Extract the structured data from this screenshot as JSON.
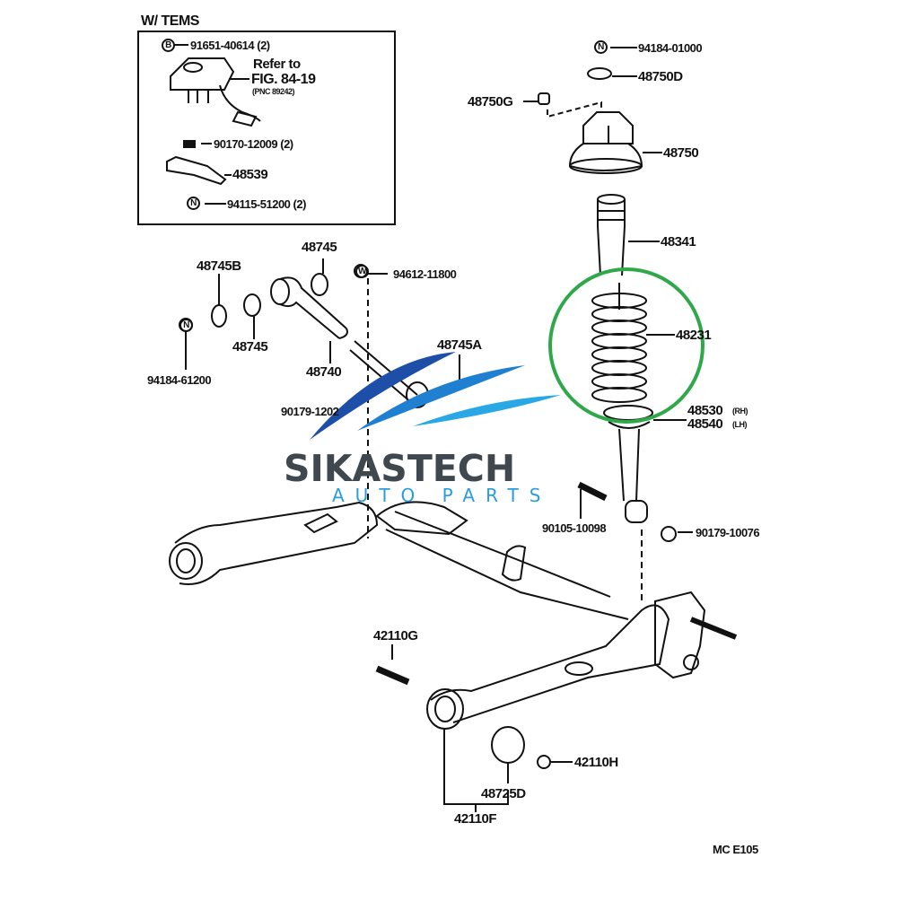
{
  "inset": {
    "title": "W/ TEMS",
    "parts": [
      "91651-40614 (2)",
      "90170-12009 (2)",
      "48539",
      "94115-51200 (2)"
    ],
    "refer_line1": "Refer to",
    "refer_line2": "FIG. 84-19",
    "refer_pnc": "(PNC 89242)",
    "symbols": {
      "b": "B",
      "n": "N"
    }
  },
  "parts": {
    "p94184_01000": "94184-01000",
    "p48750D": "48750D",
    "p48750G": "48750G",
    "p48750": "48750",
    "p48341": "48341",
    "p48231": "48231",
    "p48530": "48530",
    "p48530_side": "(RH)",
    "p48540": "48540",
    "p48540_side": "(LH)",
    "p90105_10098": "90105-10098",
    "p90179_10076": "90179-10076",
    "p48745_top": "48745",
    "p48745B": "48745B",
    "p94612_11800": "94612-11800",
    "p48745_low": "48745",
    "p94184_61200": "94184-61200",
    "p48740": "48740",
    "p48745A": "48745A",
    "p90179_1202": "90179-1202",
    "p42110G": "42110G",
    "p42110H": "42110H",
    "p48725D": "48725D",
    "p42110F": "42110F",
    "symbol_n": "N",
    "symbol_w": "W"
  },
  "footer": {
    "code": "MC  E105"
  },
  "watermark": {
    "brand": "SIKASTECH",
    "tagline": "AUTO PARTS"
  },
  "colors": {
    "highlight": "#2fa84a",
    "logo_dark": "#3f474f",
    "logo_blue": "#2a9ce0",
    "swoosh1": "#1e4fa8",
    "swoosh2": "#1f7fd0",
    "swoosh3": "#2aa8e6"
  }
}
